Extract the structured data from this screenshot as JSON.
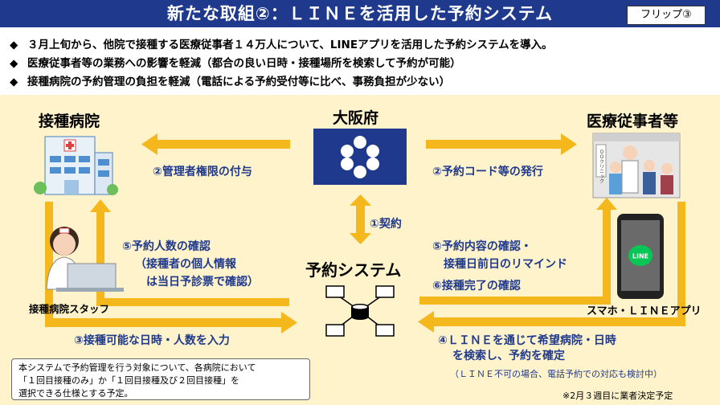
{
  "title": "新たな取組②：ＬＩＮＥを活用した予約システム",
  "badge": "フリップ③",
  "bullets": [
    {
      "mark": "◆",
      "text": "３月上旬から、他院で接種する医療従事者１４万人について、LINEアプリを活用した予約システムを導入。"
    },
    {
      "mark": "◆",
      "text": "医療従事者等の業務への影響を軽減（都合の良い日時・接種場所を検索して予約が可能）"
    },
    {
      "mark": "◆",
      "text": "接種病院の予約管理の負担を軽減（電話による予約受付等に比べ、事務負担が少ない）"
    }
  ],
  "nodes": {
    "hospital": "接種病院",
    "osaka": "大阪府",
    "workers": "医療従事者等",
    "system": "予約システム",
    "staff": "接種病院スタッフ",
    "phone": "スマホ・ＬＩＮＥアプリ"
  },
  "flows": {
    "f2_admin": "②管理者権限の付与",
    "f2_code": "②予約コード等の発行",
    "f1_contract": "①契約",
    "f5_count_1": "⑤予約人数の確認",
    "f5_count_2": "（接種者の個人情報",
    "f5_count_3": "は当日予診票で確認）",
    "f5_confirm_1": "⑤予約内容の確認・",
    "f5_confirm_2": "接種日前日のリマインド",
    "f6_complete": "⑥接種完了の確認",
    "f3_input": "③接種可能な日時・人数を入力",
    "f4_search_1": "④ＬＩＮＥを通じて希望病院・日時",
    "f4_search_2": "を検索し、予約を確定",
    "f4_note": "（ＬＩＮＥ不可の場合、電話予約での対応も検討中）"
  },
  "note": {
    "line1": "本システムで予約管理を行う対象について、各病院において",
    "line2": "「１回目接種のみ」か「１回目接種及び２回目接種」を",
    "line3": "選択できる仕様とする予定。"
  },
  "footnote": "※2月３週目に業者決定予定",
  "phone_app_label": "LINE",
  "clinic_sign": "ＯＯクリニック",
  "icons": [
    "hospital-building-icon",
    "osaka-logo-icon",
    "medical-workers-icon",
    "computer-network-icon",
    "nurse-at-laptop-icon",
    "smartphone-line-icon"
  ],
  "colors": {
    "title_bg": "#1f3a8c",
    "diagram_bg": "#fff3cc",
    "arrow": "#f5b81c",
    "text_blue": "#1f3a8c",
    "line_green": "#06c755"
  }
}
